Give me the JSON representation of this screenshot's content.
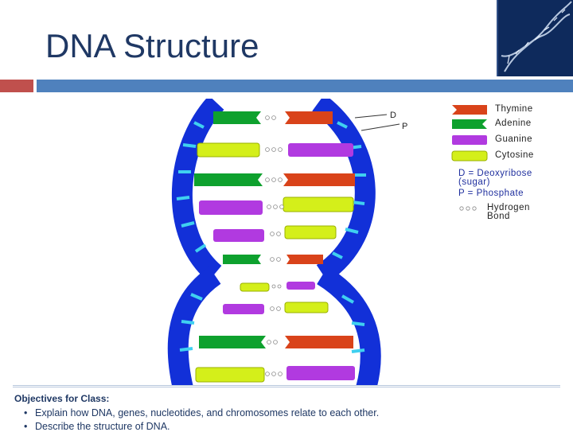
{
  "slide": {
    "title": "DNA Structure"
  },
  "diagram": {
    "labels": {
      "d_pointer": "D",
      "p_pointer": "P"
    },
    "legend": [
      {
        "name": "Thymine",
        "color": "#d9431a"
      },
      {
        "name": "Adenine",
        "color": "#0ea12e"
      },
      {
        "name": "Guanine",
        "color": "#b13ae0"
      },
      {
        "name": "Cytosine",
        "color": "#d4ef1a"
      }
    ],
    "key": {
      "deoxyribose_line1": "D = Deoxyribose",
      "deoxyribose_line2": "(sugar)",
      "phosphate": "P = Phosphate",
      "hydrogen_line1": "Hydrogen",
      "hydrogen_line2": "Bond"
    },
    "colors": {
      "backbone": "#1230d8",
      "phosphate_tick": "#3fd0f0"
    }
  },
  "objectives": {
    "heading": "Objectives for Class:",
    "items": [
      "Explain how DNA, genes, nucleotides, and chromosomes relate to each other.",
      "Describe the structure of DNA."
    ],
    "bullet": "•"
  }
}
